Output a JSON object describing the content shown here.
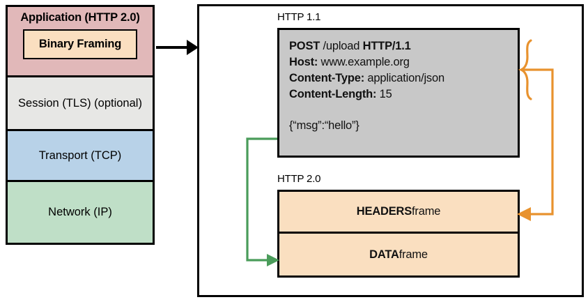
{
  "diagram": {
    "title": "HTTP 2.0 binary framing layer",
    "colors": {
      "application_layer": "#e1b8b9",
      "binary_framing": "#fadfc0",
      "session_layer": "#e7e7e5",
      "transport_layer": "#b8d2e8",
      "network_layer": "#bfdfc7",
      "http11_box": "#c8c8c8",
      "frame_box": "#fadfc0",
      "headers_connector": "#e8922e",
      "data_connector": "#4a9c5a",
      "outline": "#000000"
    }
  },
  "stack": {
    "application": {
      "label": "Application (HTTP 2.0)",
      "sublayer": "Binary Framing"
    },
    "session": {
      "label": "Session (TLS) (optional)"
    },
    "transport": {
      "label": "Transport (TCP)"
    },
    "network": {
      "label": "Network (IP)"
    }
  },
  "panel": {
    "http11": {
      "caption": "HTTP 1.1",
      "request_lines": [
        {
          "bold_prefix": "POST",
          "rest": " /upload ",
          "bold_suffix": "HTTP/1.1"
        },
        {
          "bold_prefix": "Host:",
          "rest": " www.example.org",
          "bold_suffix": ""
        },
        {
          "bold_prefix": "Content-Type:",
          "rest": " application/json",
          "bold_suffix": ""
        },
        {
          "bold_prefix": "Content-Length:",
          "rest": " 15",
          "bold_suffix": ""
        }
      ],
      "body": "{“msg”:“hello”}"
    },
    "http20": {
      "caption": "HTTP 2.0",
      "frames": [
        {
          "bold": "HEADERS",
          "rest": " frame"
        },
        {
          "bold": "DATA",
          "rest": " frame"
        }
      ]
    }
  },
  "connectors": {
    "stack_to_panel": "black-arrow-right",
    "headers_brace": "orange-brace-to-headers-frame",
    "body_link": "green-line-to-data-frame"
  }
}
